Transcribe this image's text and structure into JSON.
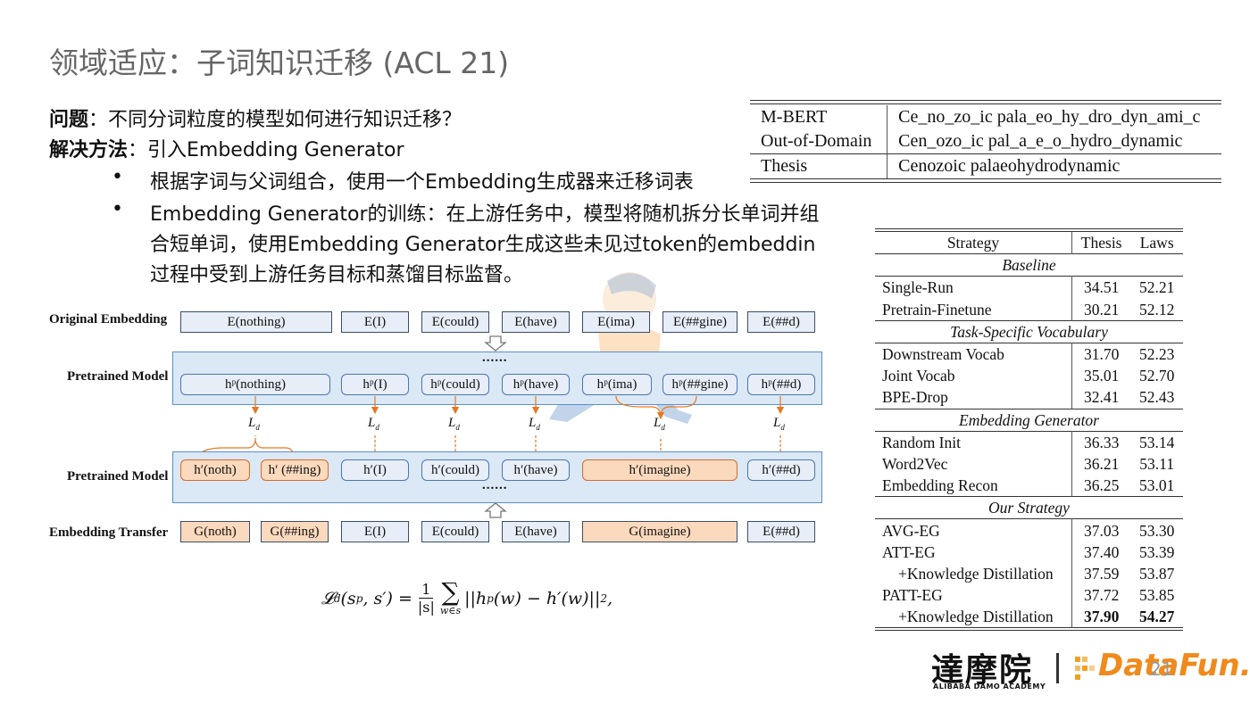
{
  "title": "领域适应：子词知识迁移 (ACL 21)",
  "problem": {
    "label": "问题",
    "text": "：不同分词粒度的模型如何进行知识迁移？"
  },
  "solution": {
    "label": "解决方法",
    "text": "：引入Embedding Generator"
  },
  "bullets": [
    [
      "根据字词与父词组合，使用一个Embedding生成器来迁移词表"
    ],
    [
      "Embedding Generator的训练：在上游任务中，模型将随机拆分长单词并组",
      "合短单词，使用Embedding Generator生成这些未见过token的embeddin",
      "过程中受到上游任务目标和蒸馏目标监督。"
    ]
  ],
  "tokenization_table": [
    [
      "M-BERT",
      "Ce_no_zo_ic pala_eo_hy_dro_dyn_ami_c"
    ],
    [
      "Out-of-Domain",
      "Cen_ozo_ic pal_a_e_o_hydro_dynamic"
    ],
    [
      "Thesis",
      "Cenozoic palaeohydrodynamic"
    ]
  ],
  "results_table": {
    "headers": [
      "Strategy",
      "Thesis",
      "Laws"
    ],
    "groups": [
      {
        "name": "Baseline",
        "rows": [
          [
            "Single-Run",
            "34.51",
            "52.21"
          ],
          [
            "Pretrain-Finetune",
            "30.21",
            "52.12"
          ]
        ]
      },
      {
        "name": "Task-Specific Vocabulary",
        "rows": [
          [
            "Downstream Vocab",
            "31.70",
            "52.23"
          ],
          [
            "Joint Vocab",
            "35.01",
            "52.70"
          ],
          [
            "BPE-Drop",
            "32.41",
            "52.43"
          ]
        ]
      },
      {
        "name": "Embedding Generator",
        "rows": [
          [
            "Random Init",
            "36.33",
            "53.14"
          ],
          [
            "Word2Vec",
            "36.21",
            "53.11"
          ],
          [
            "Embedding Recon",
            "36.25",
            "53.01"
          ]
        ]
      },
      {
        "name": "Our Strategy",
        "rows": [
          [
            "AVG-EG",
            "37.03",
            "53.30"
          ],
          [
            "ATT-EG",
            "37.40",
            "53.39"
          ],
          [
            "+Knowledge Distillation",
            "37.59",
            "53.87"
          ],
          [
            "PATT-EG",
            "37.72",
            "53.85"
          ],
          [
            "+Knowledge Distillation",
            "37.90",
            "54.27"
          ]
        ]
      }
    ]
  },
  "diagram": {
    "row_labels": [
      "Original Embedding",
      "Pretrained Model",
      "Pretrained Model",
      "Embedding Transfer"
    ],
    "original_embedding": [
      "E(nothing)",
      "E(I)",
      "E(could)",
      "E(have)",
      "E(ima)",
      "E(##gine)",
      "E(##d)"
    ],
    "hp": [
      "hᵖ(nothing)",
      "hᵖ(I)",
      "hᵖ(could)",
      "hᵖ(have)",
      "hᵖ(ima)",
      "hᵖ(##gine)",
      "hᵖ(##d)"
    ],
    "hprime": [
      "h′(noth)",
      "h′ (##ing)",
      "h′(I)",
      "h′(could)",
      "h′(have)",
      "h′(imagine)",
      "h′(##d)"
    ],
    "transfer": [
      "G(noth)",
      "G(##ing)",
      "E(I)",
      "E(could)",
      "E(have)",
      "G(imagine)",
      "E(##d)"
    ],
    "ellipsis": "......",
    "loss_label": "L",
    "loss_sub": "d"
  },
  "formula": {
    "lhs": "𝓛",
    "lhs_sub": "d",
    "lhs_args": "(s",
    "lhs_sup": "p",
    "lhs_rest": ", s′) =",
    "frac_num": "1",
    "frac_den": "|s|",
    "sum": "∑",
    "sum_sub": "w∈s",
    "body": "||h",
    "body_sup": "p",
    "body_rest": "(w) − h′(w)||",
    "body_sq": "2",
    "tail": ","
  },
  "logo": {
    "cn": "達摩院",
    "en": "ALIBABA DAMO ACADEMY",
    "brand": "DataFun.",
    "page": "21"
  },
  "colors": {
    "orange": "#e8771f",
    "blue_fill": "#e7eef8",
    "orange_fill": "#fbd9bd",
    "panel": "#dbe8f5"
  }
}
